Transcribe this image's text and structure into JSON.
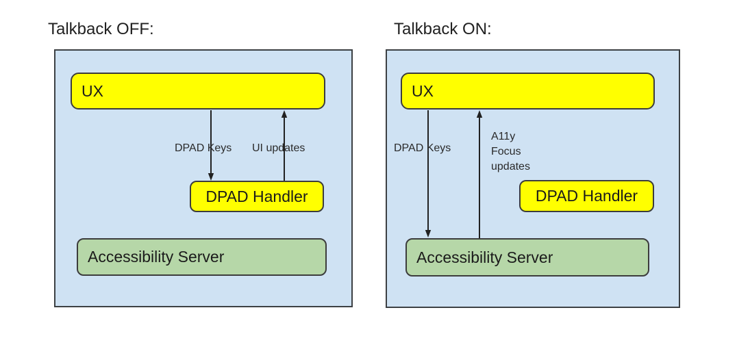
{
  "colors": {
    "page_bg": "#ffffff",
    "container_fill": "#cfe2f3",
    "container_border": "#3c4043",
    "ux_fill": "#ffff00",
    "dpad_handler_fill": "#ffff00",
    "accessibility_server_fill": "#b6d7a8",
    "box_border": "#3c3c3c",
    "arrow": "#212121",
    "text": "#212121"
  },
  "diagrams": {
    "talkback_off": {
      "title": "Talkback OFF:",
      "ux_label": "UX",
      "dpad_handler_label": "DPAD Handler",
      "accessibility_server_label": "Accessibility Server",
      "arrow_down": {
        "label": "DPAD Keys",
        "from": "UX",
        "to": "DPAD Handler",
        "direction": "down"
      },
      "arrow_up": {
        "label": "UI updates",
        "from": "DPAD Handler",
        "to": "UX",
        "direction": "up"
      }
    },
    "talkback_on": {
      "title": "Talkback ON:",
      "ux_label": "UX",
      "dpad_handler_label": "DPAD Handler",
      "accessibility_server_label": "Accessibility Server",
      "arrow_down": {
        "label": "DPAD Keys",
        "from": "UX",
        "to": "Accessibility Server",
        "direction": "down"
      },
      "arrow_up": {
        "label": "A11y\nFocus\nupdates",
        "from": "Accessibility Server",
        "to": "UX",
        "direction": "up"
      }
    }
  }
}
